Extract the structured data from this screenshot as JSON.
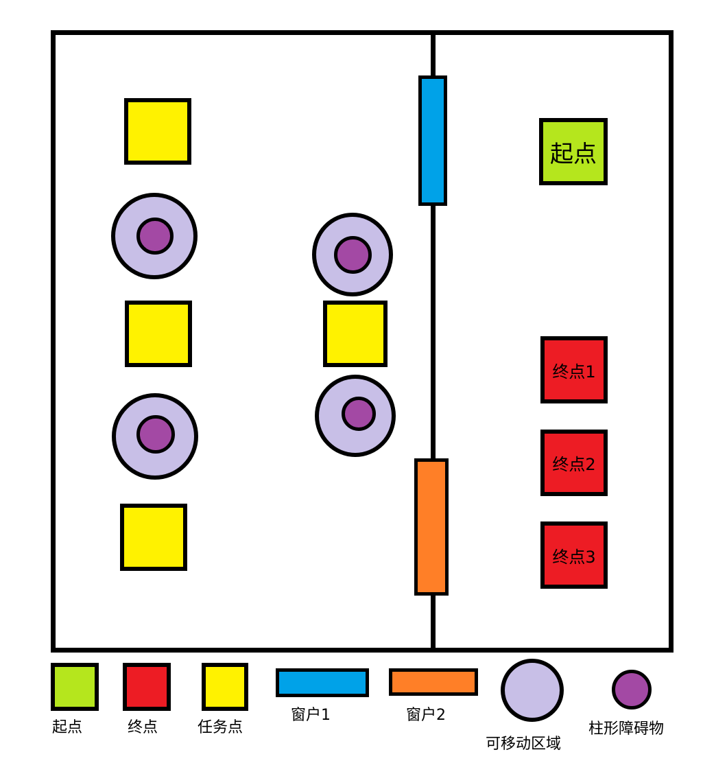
{
  "colors": {
    "start": "#b5e61d",
    "end": "#ed1c24",
    "task": "#fff200",
    "window1": "#00a2e8",
    "window2": "#ff7f27",
    "movable_zone": "#c8bfe7",
    "pillar": "#a349a4",
    "outline": "#000000",
    "background": "#ffffff"
  },
  "map": {
    "start_label": "起点",
    "end_labels": [
      "终点1",
      "终点2",
      "终点3"
    ]
  },
  "legend": {
    "start": "起点",
    "end": "终点",
    "task": "任务点",
    "window1": "窗户1",
    "window2": "窗户2",
    "movable_zone": "可移动区域",
    "pillar": "柱形障碍物"
  }
}
